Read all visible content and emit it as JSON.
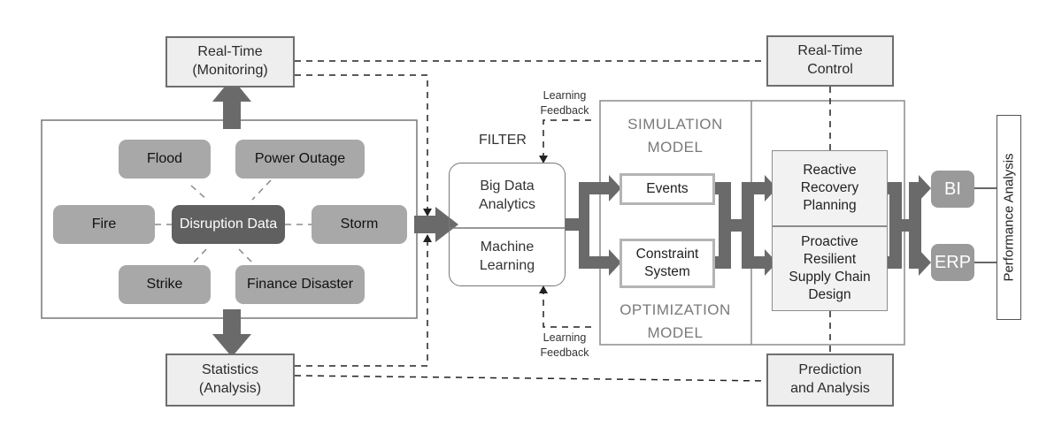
{
  "monitoring": {
    "top_left": "Real-Time\n(Monitoring)",
    "bottom_left": "Statistics\n(Analysis)"
  },
  "control": {
    "top_right": "Real-Time\nControl",
    "bottom_right": "Prediction\nand Analysis"
  },
  "disruptions": {
    "center": "Disruption Data",
    "items": [
      "Flood",
      "Power Outage",
      "Fire",
      "Storm",
      "Strike",
      "Finance Disaster"
    ]
  },
  "filter": {
    "title": "FILTER",
    "upper": "Big Data\nAnalytics",
    "lower": "Machine\nLearning",
    "feedback_top": "Learning\nFeedback",
    "feedback_bottom": "Learning\nFeedback"
  },
  "models": {
    "simulation": "SIMULATION\nMODEL",
    "optimization": "OPTIMIZATION\nMODEL",
    "events": "Events",
    "constraint": "Constraint\nSystem"
  },
  "planning": {
    "reactive": "Reactive\nRecovery\nPlanning",
    "proactive": "Proactive\nResilient\nSupply Chain\nDesign"
  },
  "outputs": {
    "bi": "BI",
    "erp": "ERP",
    "performance": "Performance Analysis"
  },
  "colors": {
    "arrow": "#6a6a6a",
    "pill": "#a8a8a8",
    "pill_dark": "#606060",
    "border": "#6e6e6e"
  }
}
